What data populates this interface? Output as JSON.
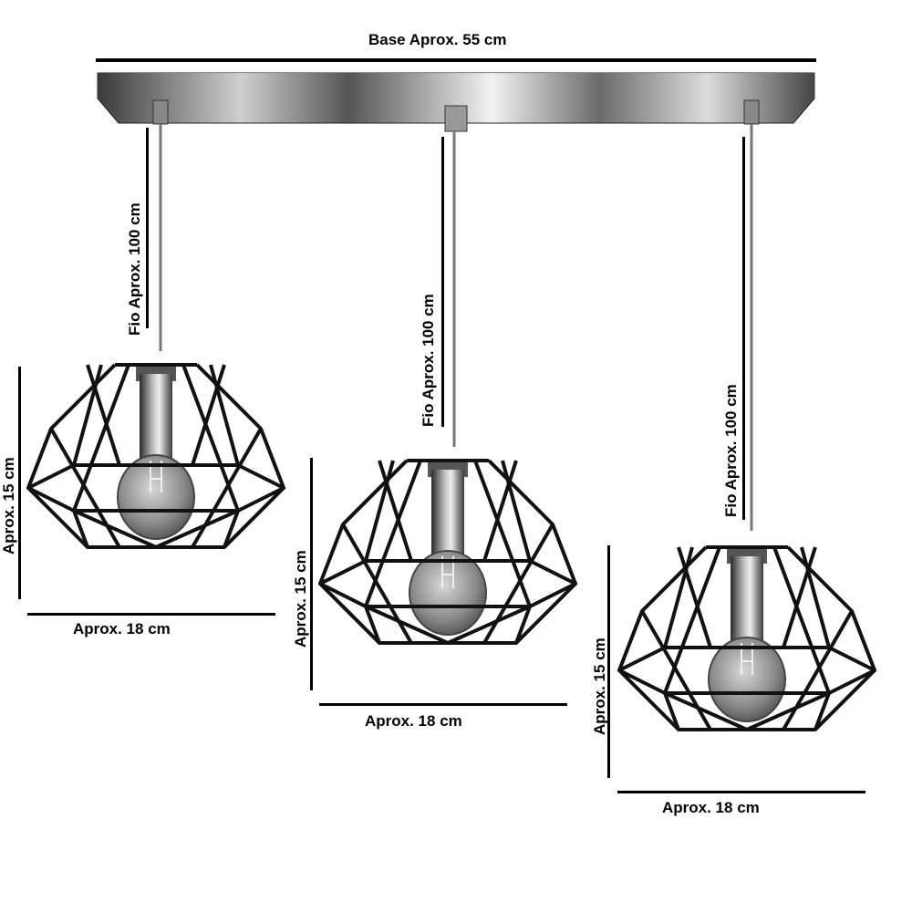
{
  "base": {
    "label": "Base Aprox. 55 cm"
  },
  "pendants": [
    {
      "wire_label": "Fio Aprox. 100 cm",
      "height_label": "Aprox. 15 cm",
      "width_label": "Aprox. 18 cm"
    },
    {
      "wire_label": "Fio Aprox. 100 cm",
      "height_label": "Aprox. 15 cm",
      "width_label": "Aprox. 18 cm"
    },
    {
      "wire_label": "Fio Aprox. 100 cm",
      "height_label": "Aprox. 15 cm",
      "width_label": "Aprox. 18 cm"
    }
  ]
}
